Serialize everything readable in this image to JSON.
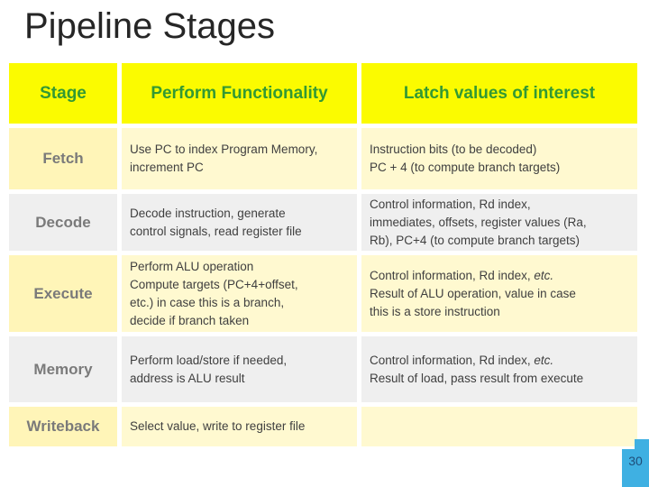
{
  "slide": {
    "title": "Pipeline Stages",
    "page_number": "30"
  },
  "colors": {
    "title_text": "#262626",
    "header_bg": "#FBFB00",
    "header_text": "#339933",
    "stage_text": "#7A7A7A",
    "body_text": "#3F3F3F",
    "cream_stage": "#FFF5B8",
    "cream_body": "#FFF9D0",
    "gray_row": "#EFEFEF",
    "page_box": "#3FB0E2",
    "page_text": "#1F4E79"
  },
  "table": {
    "headers": [
      "Stage",
      "Perform Functionality",
      "Latch values of interest"
    ],
    "rows": [
      {
        "stage": "Fetch",
        "tone": "cream",
        "perform": [
          [
            {
              "t": "Use PC to index Program Memory,"
            }
          ],
          [
            {
              "t": "increment PC"
            }
          ]
        ],
        "latch": [
          [
            {
              "t": "Instruction bits (to be decoded)"
            }
          ],
          [
            {
              "t": "PC + 4 (to compute branch targets)"
            }
          ]
        ]
      },
      {
        "stage": "Decode",
        "tone": "gray",
        "perform": [
          [
            {
              "t": "Decode instruction, generate"
            }
          ],
          [
            {
              "t": "control signals, read register file"
            }
          ]
        ],
        "latch": [
          [
            {
              "t": "Control information, Rd index,"
            }
          ],
          [
            {
              "t": "immediates, offsets, register values (Ra,"
            }
          ],
          [
            {
              "t": "Rb), PC+4 (to compute branch targets)"
            }
          ]
        ]
      },
      {
        "stage": "Execute",
        "tone": "cream",
        "perform": [
          [
            {
              "t": "Perform ALU operation"
            }
          ],
          [
            {
              "t": "Compute targets (PC+4+offset,"
            }
          ],
          [
            {
              "t": "etc.) in case this is a branch,"
            }
          ],
          [
            {
              "t": "decide if branch taken"
            }
          ]
        ],
        "latch": [
          [
            {
              "t": "Control information, Rd index, "
            },
            {
              "t": "etc.",
              "i": true
            }
          ],
          [
            {
              "t": "Result of ALU operation, value in case"
            }
          ],
          [
            {
              "t": "this is a store instruction"
            }
          ]
        ]
      },
      {
        "stage": "Memory",
        "tone": "gray",
        "perform": [
          [
            {
              "t": "Perform load/store if needed,"
            }
          ],
          [
            {
              "t": "address is ALU result"
            }
          ]
        ],
        "latch": [
          [
            {
              "t": "Control information, Rd index, "
            },
            {
              "t": "etc.",
              "i": true
            }
          ],
          [
            {
              "t": "Result of load, pass result from execute"
            }
          ]
        ]
      },
      {
        "stage": "Writeback",
        "tone": "cream",
        "perform": [
          [
            {
              "t": "Select value, write to register file"
            }
          ]
        ],
        "latch": []
      }
    ]
  }
}
